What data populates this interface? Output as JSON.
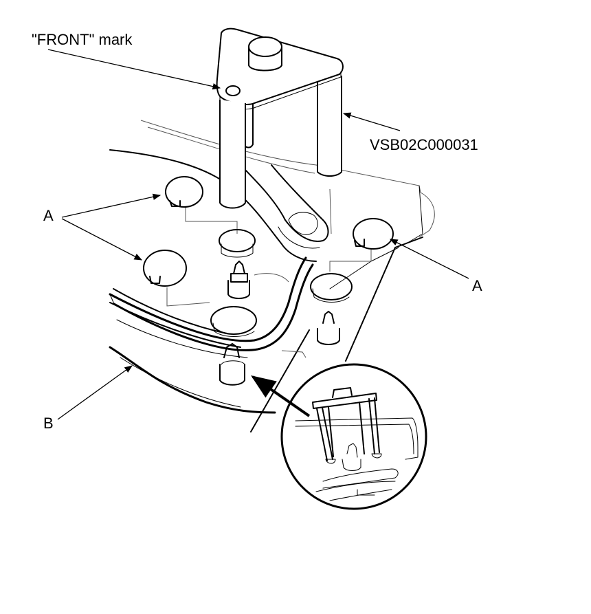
{
  "labels": {
    "front_mark": "\"FRONT\" mark",
    "tool_number": "VSB02C000031",
    "part_a": "A",
    "part_b": "B"
  },
  "colors": {
    "line": "#000000",
    "background": "#ffffff"
  }
}
